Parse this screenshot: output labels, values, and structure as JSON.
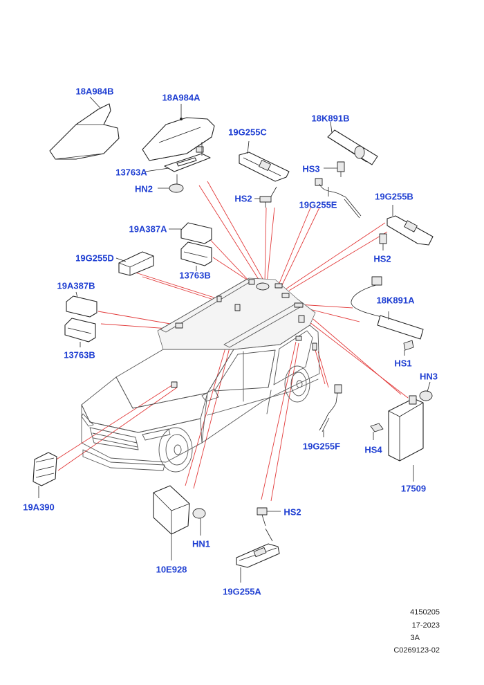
{
  "labels": {
    "p18A984B": "18A984B",
    "p18A984A": "18A984A",
    "p13763A": "13763A",
    "pHN2": "HN2",
    "p19G255C": "19G255C",
    "pHS2a": "HS2",
    "p18K891B": "18K891B",
    "pHS3": "HS3",
    "p19G255E": "19G255E",
    "p19G255B": "19G255B",
    "pHS2b": "HS2",
    "p19A387A": "19A387A",
    "p13763Ba": "13763B",
    "p19G255D": "19G255D",
    "p19A387B": "19A387B",
    "p13763Bb": "13763B",
    "p18K891A": "18K891A",
    "pHS1": "HS1",
    "pHN3": "HN3",
    "pHS4": "HS4",
    "p17509": "17509",
    "p19G255F": "19G255F",
    "p19A390": "19A390",
    "pHN1": "HN1",
    "p10E928": "10E928",
    "pHS2c": "HS2",
    "p19G255A": "19G255A"
  },
  "footer": {
    "line1": "4150205",
    "line2": "17-2023",
    "line3": "3A",
    "line4": "C0269123-02"
  }
}
